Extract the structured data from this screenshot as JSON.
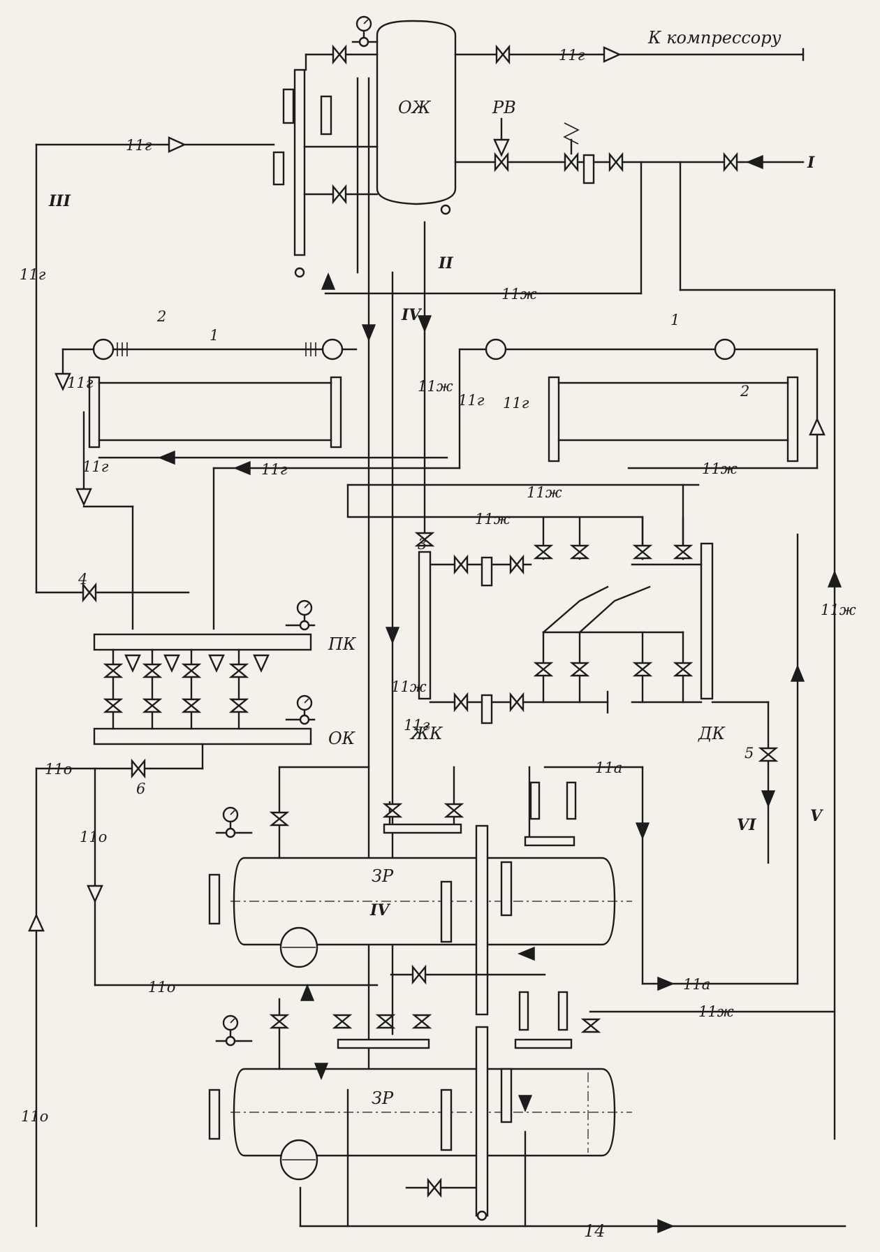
{
  "labels": {
    "to_compressor": "К компрессору",
    "oj": "ОЖ",
    "rv": "РВ",
    "roman_1": "I",
    "roman_2": "II",
    "roman_3": "III",
    "roman_4": "IV",
    "roman_5": "V",
    "roman_6": "VI",
    "line_11g": "11г",
    "line_11zh": "11ж",
    "line_11o": "11о",
    "line_11a": "11а",
    "line_14": "14",
    "num_1": "1",
    "num_2": "2",
    "num_3": "3",
    "num_4": "4",
    "num_5": "5",
    "num_6": "6",
    "pk": "ПК",
    "ok": "ОК",
    "zhk": "ЖК",
    "dk": "ДК",
    "zr": "ЗР"
  },
  "colors": {
    "ink": "#1c1c1c",
    "paper": "#f4f1ea"
  }
}
